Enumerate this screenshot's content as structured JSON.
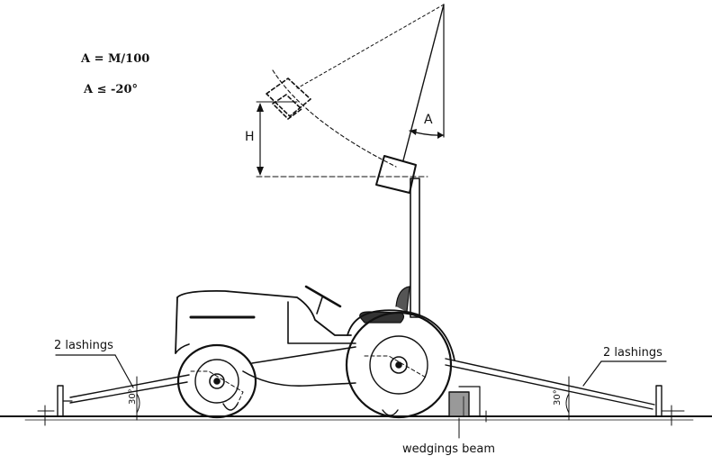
{
  "formulas": {
    "line1": "A = M/100",
    "line2": "A ≤ -20°"
  },
  "labels": {
    "lashings_left": "2 lashings",
    "lashings_right": "2 lashings",
    "wedgings_beam": "wedgings beam",
    "dim_h": "H",
    "dim_a": "A",
    "angle_left": "30°",
    "angle_right": "30°"
  }
}
